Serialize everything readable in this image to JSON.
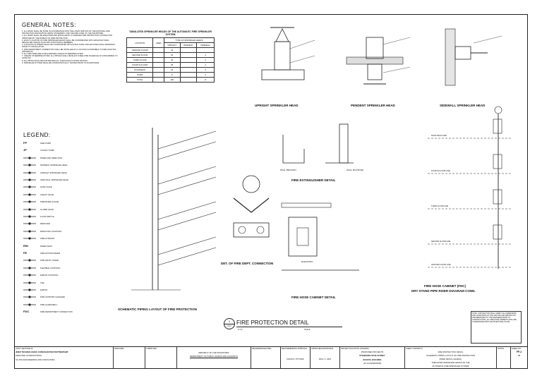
{
  "notes": {
    "title": "GENERAL NOTES:",
    "items": [
      "1. ALL WORK SHALL BE DONE IN ACCORDANCE WITH THE LATEST EDITION OF THE NATIONAL FIRE PROTECTION ASSOCIATION (NFPA) STANDARDS, AND THE FIRE CODE OF THE PHILIPPINES.",
      "2. ALL WORK SHALL BE EXECUTED AND INSTALLED BY A LICENSED FIRE PROTECTION CONTRACTOR APPROVED BY THE BUREAU OF FIRE PROTECTION.",
      "3. EXACT LOCATION OF FIRE SPRINKLER HEADS SHALL BE COORDINATED WITH ARCHITECTURAL REFLECTED CEILING PLAN AND STRUCTURAL MEMBERS.",
      "4. LOCATION OF RISERS SHALL BE COORDINATED WITH STRUCTURAL AND ARCHITECTURAL DRAWINGS PRIOR TO INSTALLATION.",
      "5. FIRE DEPARTMENT CONNECTION SHALL BE INSTALLED AT A LOCATION ACCESSIBLE TO FIRE FIGHTING APPARATUS.",
      "6. ALL PIPE SIZES ARE IN MILLIMETERS UNLESS OTHERWISE NOTED.",
      "7. UNLESS OTHERWISE NOTED, ALL PIPINGS SHALL BE BLACK STEEL PIPE SCHEDULE 40 CONFORMING TO ASTM A53.",
      "8. ALL PIPING SHALL BE PAINTED RED ALL THROUGHOUT AFTER TESTING.",
      "9. SPRINKLER SYSTEM SHALL BE HYDROSTATICALLY TESTED PRIOR TO ACCEPTANCE."
    ]
  },
  "table": {
    "title": "TABULATED SPRINKLER HEADS OF THE AUTOMATIC FIRE SPRINKLER SYSTEM",
    "headers": [
      "LOCATION",
      "AREA",
      "UPRIGHT",
      "PENDENT",
      "SIDEWALL"
    ],
    "group_header": "TYPE OF SPRINKLER HEADS",
    "rows": [
      [
        "GROUND FLOOR",
        "",
        "18",
        "",
        ""
      ],
      [
        "SECOND FLOOR",
        "",
        "25",
        "",
        "2"
      ],
      [
        "THIRD FLOOR",
        "",
        "25",
        "",
        "2"
      ],
      [
        "FOURTH FLOOR",
        "",
        "25",
        "",
        "2"
      ],
      [
        "ROOFDECK",
        "",
        "24",
        "",
        "5"
      ],
      [
        "STAIR",
        "",
        "8",
        "",
        "2"
      ],
      [
        "TOTAL",
        "",
        "100",
        "",
        "8"
      ]
    ]
  },
  "legend": {
    "title": "LEGEND:",
    "items": [
      {
        "sym": "FP",
        "text": "FIRE PUMP"
      },
      {
        "sym": "JP",
        "text": "JOCKEY PUMP"
      },
      {
        "sym": "",
        "text": "RISER AND DIRECTION"
      },
      {
        "sym": "",
        "text": "PENDENT SPRINKLER HEAD"
      },
      {
        "sym": "",
        "text": "UPRIGHT SPRINKLER HEAD"
      },
      {
        "sym": "",
        "text": "SIDE WALL SPRINKLER HEAD"
      },
      {
        "sym": "",
        "text": "GATE VALVE"
      },
      {
        "sym": "",
        "text": "CHECK VALVE"
      },
      {
        "sym": "",
        "text": "PRESSURE GAUGE"
      },
      {
        "sym": "",
        "text": "GLOBE VALVE"
      },
      {
        "sym": "",
        "text": "FLOW SWITCH"
      },
      {
        "sym": "",
        "text": "REDUCER"
      },
      {
        "sym": "",
        "text": "REDUCING COUPLING"
      },
      {
        "sym": "",
        "text": "FIRE HYDRANT"
      },
      {
        "sym": "RIN",
        "text": "RISER INLET"
      },
      {
        "sym": "FE",
        "text": "FIRE EXTINGUISHER"
      },
      {
        "sym": "",
        "text": "PIPE DROP / RISER"
      },
      {
        "sym": "",
        "text": "FLEXIBLE COUPLING"
      },
      {
        "sym": "",
        "text": "ELBOW COUPLING"
      },
      {
        "sym": "",
        "text": "TEE"
      },
      {
        "sym": "",
        "text": "ELBOW"
      },
      {
        "sym": "",
        "text": "PIPE SUPPORT (HANGER)"
      },
      {
        "sym": "",
        "text": "FIRE ALARM BELL"
      },
      {
        "sym": "FDC",
        "text": "FIRE DEPARTMENT CONNECTION"
      }
    ]
  },
  "details": {
    "upright": "UPRIGHT SPRINKLER HEAD",
    "pendent": "PENDENT SPRINKLER HEAD",
    "sidewall": "SIDEWALL SPRINKLER HEAD",
    "schematic": "SCHEMATIC PIPING LAYOUT OF FIRE PROTECTION",
    "fdc": "DET. OF FIRE DEPT. CONNECTION",
    "extinguisher": "FIRE EXTINGUISHER DETAIL",
    "hosecabinet": "FIRE HOSE CABINET DETAIL",
    "riser1": "FIRE HOSE CABINET (FHC)",
    "riser2": "DRY STAND PIPE RISER DIAGRAM CONN.",
    "elevation": "ELEVATION",
    "wall_bracket": "WALL BRACKET",
    "wall_mounted": "WALL MOUNTED"
  },
  "floors": [
    "ROOF DECK LINE",
    "FOURTH FLOOR LINE",
    "THIRD FLOOR LINE",
    "SECOND FLOOR LINE",
    "GROUND FLOOR LINE"
  ],
  "sheet_title": {
    "num": "1",
    "ref": "FP-2",
    "title": "FIRE PROTECTION DETAIL",
    "nts": "N.T.S",
    "scale": "SCALE"
  },
  "titleblock": {
    "joint": "JOINT VENTURE OF",
    "jv": [
      "JMED TECHNOLOGIES CONSOLIDATED PARTNERSHIP",
      "PERCOMIL INTERNATIONAL",
      "SG PAN ENGINEERING AND ASSOCIATES"
    ],
    "designed": "DESIGNED",
    "submitted": "SUBMITTED",
    "agency": "REPUBLIC OF THE PHILIPPINES",
    "dept": "DEPARTMENT OF PUBLIC WORKS AND HIGHWAYS",
    "reviewed": "REVIEWED/CHECKED",
    "recommending": "RECOMMENDING APPROVAL",
    "approved": "APPROVED/ASSURANCE",
    "names": [
      "DAVID R. PITTARS",
      "PAUL C. ADO"
    ],
    "project_label": "PROJECT/LOCATION: DIAGRAM",
    "project": [
      "PROPOSED PROJECTS",
      "STANDARD FOUR-STOREY",
      "SCHOOL BUILDING",
      "(12 CLASSROOMS)"
    ],
    "sheet_label": "SHEET CONTENTS",
    "sheet": [
      "FIRE PROTECTION DETAIL",
      "SCHEMATIC PIPING LAYOUT OF FIRE PROTECTION",
      "RISER DETAIL LEGEND,",
      "TABULATED SPRINKLER HEADS OF THE",
      "AUTOMATIC FIRE SPRINKLER SYSTEM"
    ],
    "notes_label": "NOTES",
    "sheet_no_label": "SHEET NO.",
    "sheet_no": "FP-2",
    "of": "08"
  },
  "remarks_box": "NOTE: CONTRACTOR SHALL VERIFY ALL DIMENSIONS AND CONDITIONS AT THE JOB SITE AND REPORT ANY DISCREPANCIES TO THE ENGINEER PRIOR TO CONSTRUCTION. ALL FIRE HOSE CABINETS SHALL BE COORDINATED WITH ARCHITECTURAL PLANS."
}
